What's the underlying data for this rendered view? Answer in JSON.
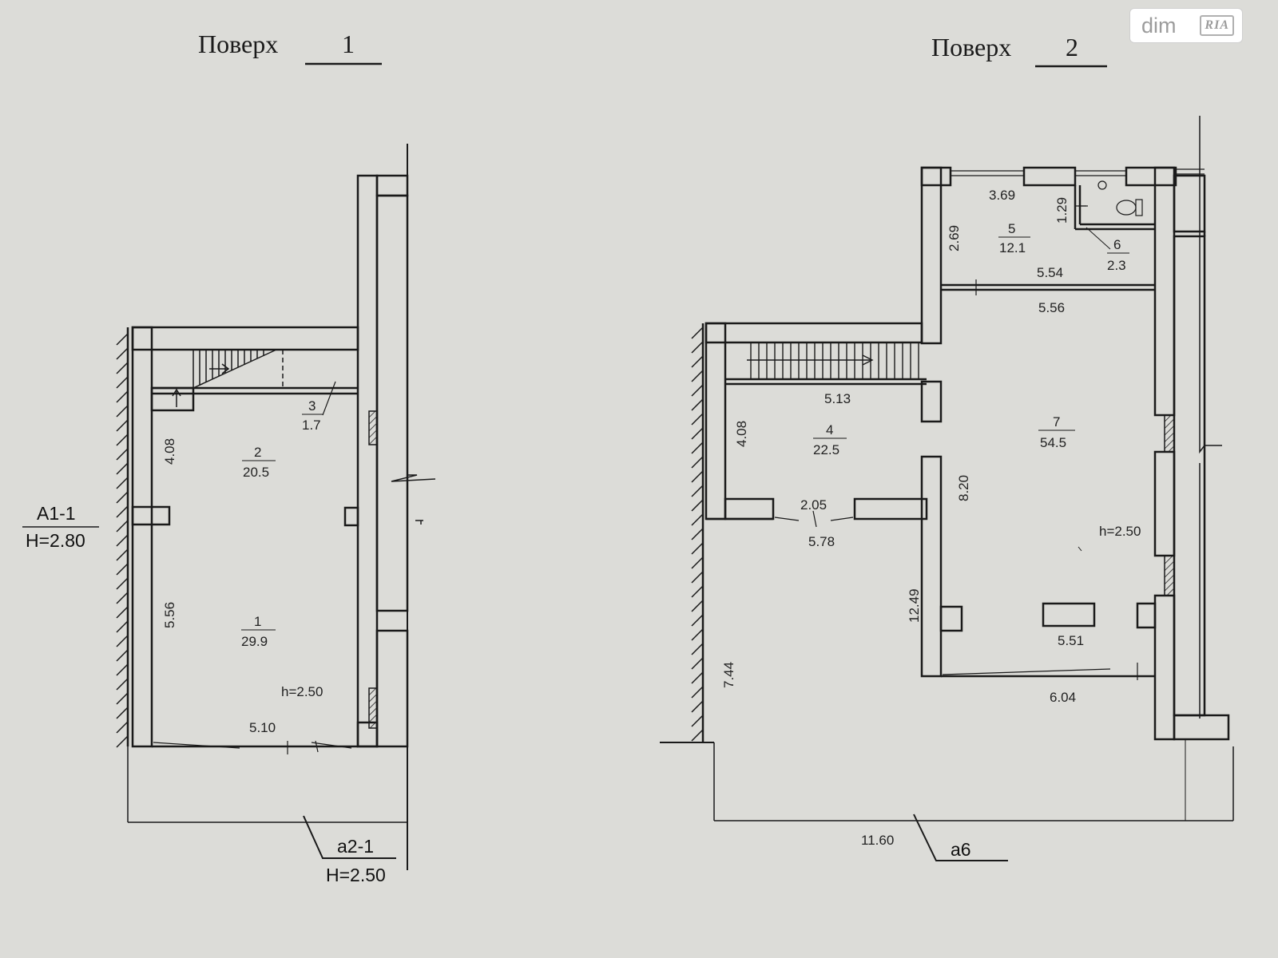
{
  "watermark": {
    "text": "dim",
    "badge": "RIA"
  },
  "floor1": {
    "title": "Поверх",
    "number": "1",
    "block_label": "А1-1",
    "block_height": "Н=2.80",
    "ceiling_height": "h=2.50",
    "rooms": [
      {
        "id": "1",
        "area": "29.9"
      },
      {
        "id": "2",
        "area": "20.5"
      },
      {
        "id": "3",
        "area": "1.7"
      }
    ],
    "dims": {
      "d1": "4.08",
      "d2": "5.56",
      "d3": "5.10"
    },
    "annex_label": "а2-1",
    "annex_height": "Н=2.50"
  },
  "floor2": {
    "title": "Поверх",
    "number": "2",
    "ceiling_height": "h=2.50",
    "rooms": [
      {
        "id": "4",
        "area": "22.5"
      },
      {
        "id": "5",
        "area": "12.1"
      },
      {
        "id": "6",
        "area": "2.3"
      },
      {
        "id": "7",
        "area": "54.5"
      }
    ],
    "dims": {
      "d369": "3.69",
      "d129": "1.29",
      "d269": "2.69",
      "d554": "5.54",
      "d556": "5.56",
      "d513": "5.13",
      "d408": "4.08",
      "d205": "2.05",
      "d578": "5.78",
      "d820": "8.20",
      "d1249": "12.49",
      "d551": "5.51",
      "d604": "6.04",
      "d744": "7.44",
      "d1160": "11.60"
    },
    "annex_label": "а6"
  }
}
